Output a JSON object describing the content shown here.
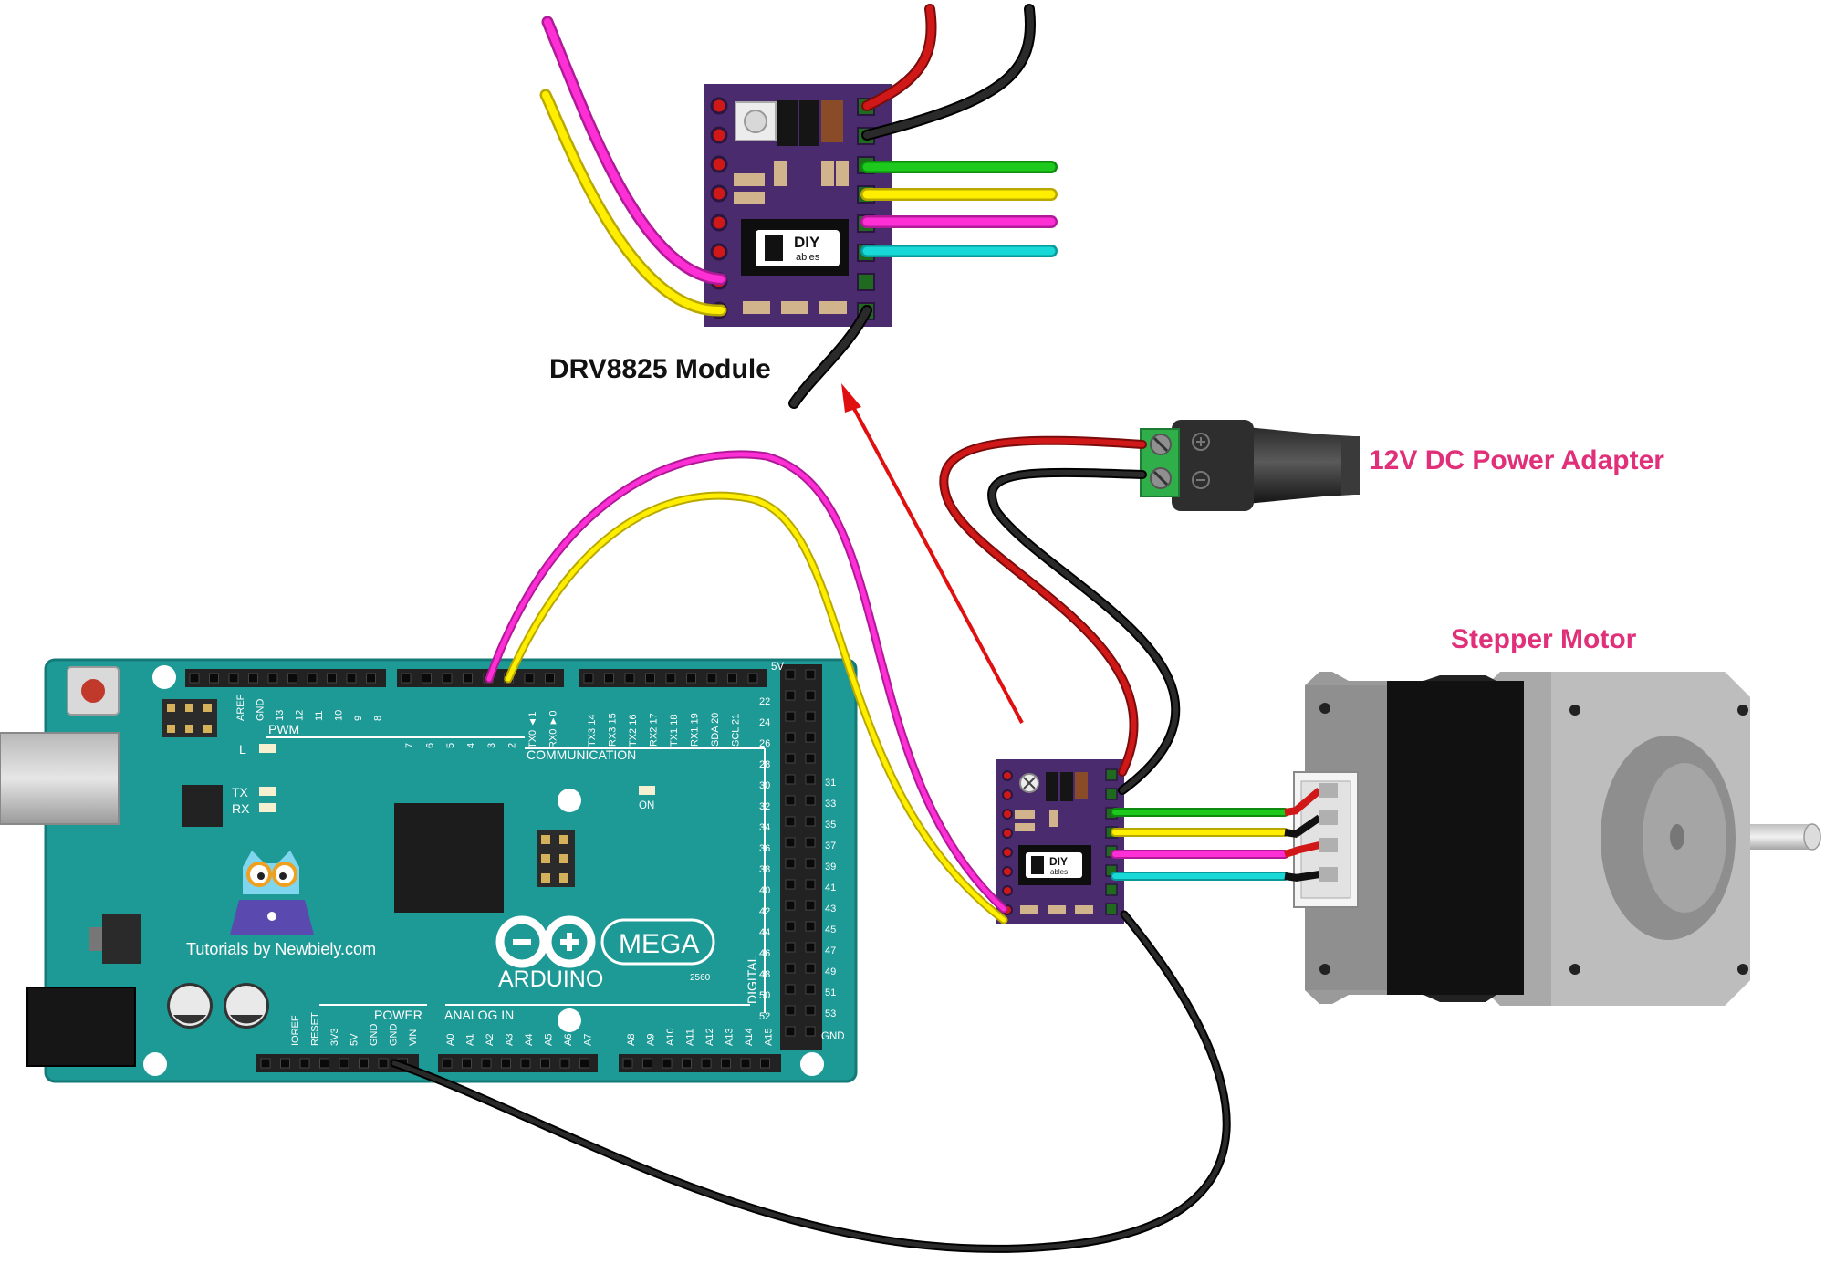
{
  "labels": {
    "drv_module": "DRV8825 Module",
    "power_adapter": "12V DC Power Adapter",
    "stepper_motor": "Stepper Motor"
  },
  "board": {
    "brand": "ARDUINO",
    "model": "MEGA",
    "model_number": "2560",
    "credit": "Tutorials by Newbiely.com",
    "pwm": "PWM",
    "communication": "COMMUNICATION",
    "power": "POWER",
    "analog_in": "ANALOG IN",
    "digital": "DIGITAL",
    "on": "ON",
    "l": "L",
    "tx": "TX",
    "rx": "RX",
    "five_v": "5V",
    "gnd": "GND",
    "pwm_pins": [
      "AREF",
      "GND",
      "13",
      "12",
      "11",
      "10",
      "9",
      "8"
    ],
    "mid_pins": [
      "7",
      "6",
      "5",
      "4",
      "3",
      "2",
      "TX0 ◄1",
      "RX0 ►0"
    ],
    "comm_pins": [
      "TX3 14",
      "RX3 15",
      "TX2 16",
      "RX2 17",
      "TX1 18",
      "RX1 19",
      "SDA 20",
      "SCL 21"
    ],
    "power_pins": [
      "IOREF",
      "RESET",
      "3V3",
      "5V",
      "GND",
      "GND",
      "VIN"
    ],
    "analog_pins_a": [
      "A0",
      "A1",
      "A2",
      "A3",
      "A4",
      "A5",
      "A6",
      "A7"
    ],
    "analog_pins_b": [
      "A8",
      "A9",
      "A10",
      "A11",
      "A12",
      "A13",
      "A14",
      "A15"
    ],
    "digital_even": [
      "22",
      "24",
      "26",
      "28",
      "30",
      "32",
      "34",
      "36",
      "38",
      "40",
      "42",
      "44",
      "46",
      "48",
      "50",
      "52"
    ],
    "digital_odd": [
      "31",
      "33",
      "35",
      "37",
      "39",
      "41",
      "43",
      "45",
      "47",
      "49",
      "51",
      "53"
    ]
  },
  "drv_logo": {
    "top": "DIY",
    "bottom": "ables"
  },
  "colors": {
    "board": "#1e9a96",
    "module": "#4a2c6e",
    "label_pink": "#e0307a",
    "wire_red": "#d01818",
    "wire_black": "#1a1a1a",
    "wire_magenta": "#ff2fd6",
    "wire_yellow": "#ffee00",
    "wire_green": "#1dc91d",
    "wire_cyan": "#18d8d8",
    "arrow": "#e01010"
  }
}
